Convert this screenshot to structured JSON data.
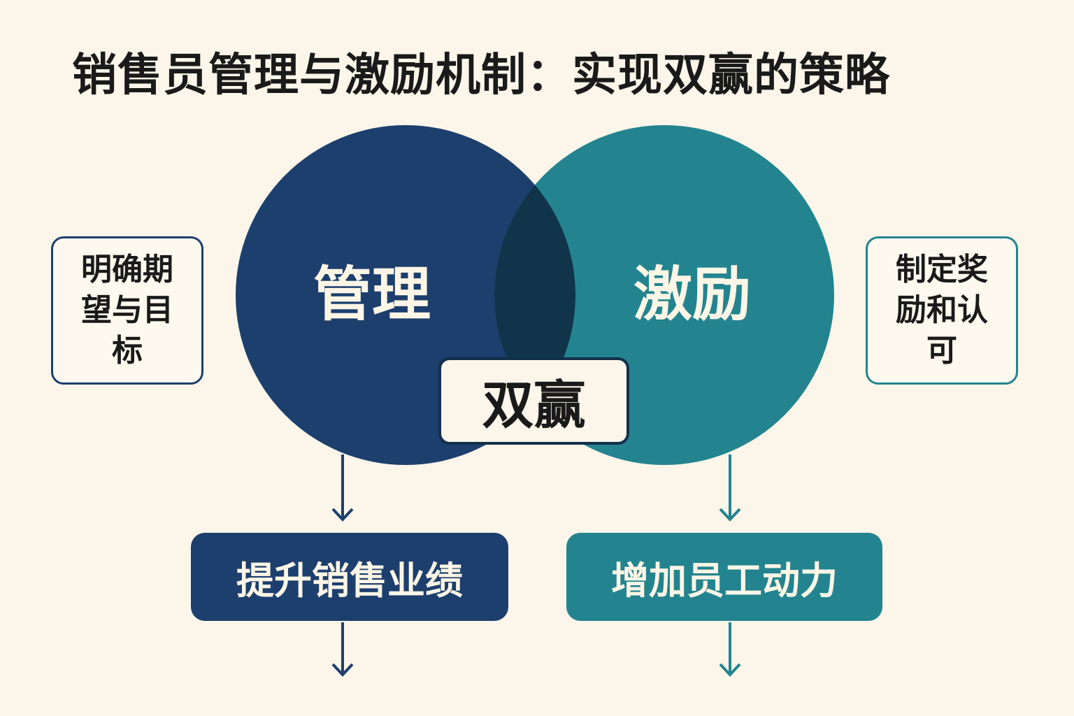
{
  "title": "销售员管理与激励机制：实现双赢的策略",
  "circles": {
    "left": "管理",
    "right": "激励"
  },
  "center": "双赢",
  "side_left": "明确期望与目标",
  "side_right": "制定奖励和认可",
  "results": {
    "left": "提升销售业绩",
    "right": "增加员工动力"
  },
  "colors": {
    "navy": "#1d3f6e",
    "teal": "#23848f",
    "overlap": "#10354b",
    "background": "#fbf6e9"
  }
}
